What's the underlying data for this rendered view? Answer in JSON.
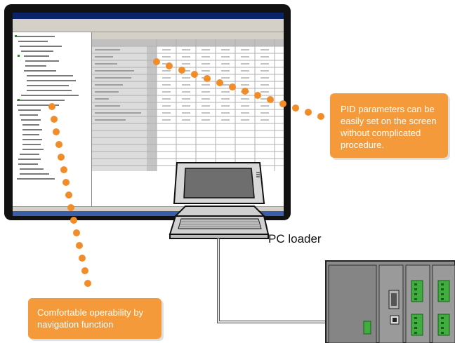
{
  "callouts": {
    "pid": "PID parameters can be easily set on the screen without complicated procedure.",
    "navigation": "Comfortable operability by navigation function"
  },
  "labels": {
    "pc_loader": "PC loader"
  },
  "colors": {
    "accent_orange": "#f28c28",
    "callout_fill": "#f59a3a",
    "monitor_bezel": "#111111",
    "plc_gray": "#8c8c8c",
    "terminal_green": "#3fae3f"
  },
  "icons": {
    "laptop": "laptop-icon",
    "plc": "plc-rack-icon"
  }
}
